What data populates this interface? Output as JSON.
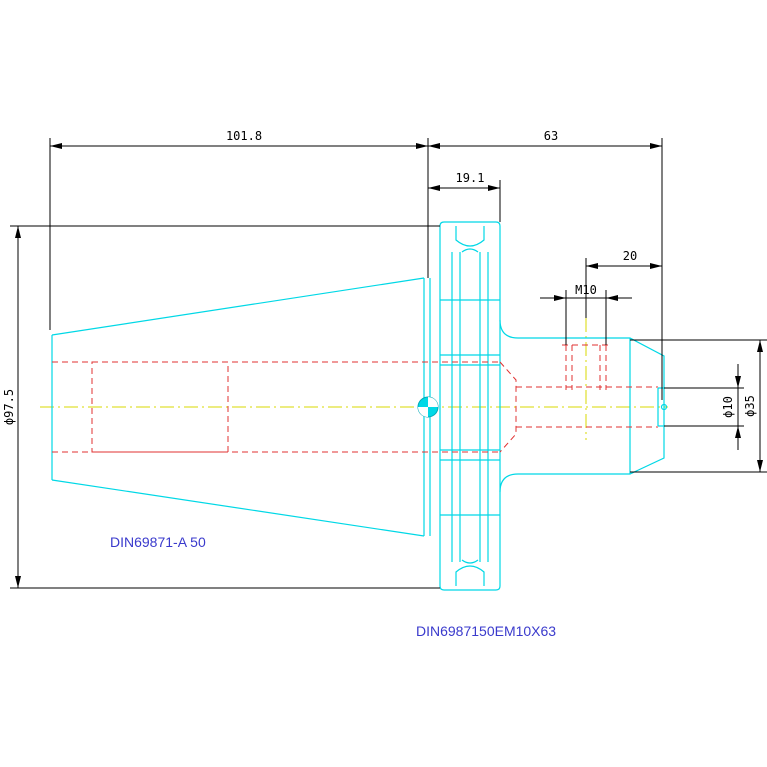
{
  "dimensions": {
    "taper_length": "101.8",
    "shank_length": "63",
    "flange_width": "19.1",
    "thread_offset": "20",
    "thread": "M10",
    "flange_diameter": "ϕ97.5",
    "bore_diameter": "ϕ10",
    "shank_diameter": "ϕ35"
  },
  "labels": {
    "taper_standard": "DIN69871-A 50",
    "part_code": "DIN6987150EM10X63"
  },
  "colors": {
    "outline": "#00d8e6",
    "hidden": "#e03030",
    "centerline": "#d8d800",
    "dimension": "#000000",
    "label": "#3a3acc"
  }
}
